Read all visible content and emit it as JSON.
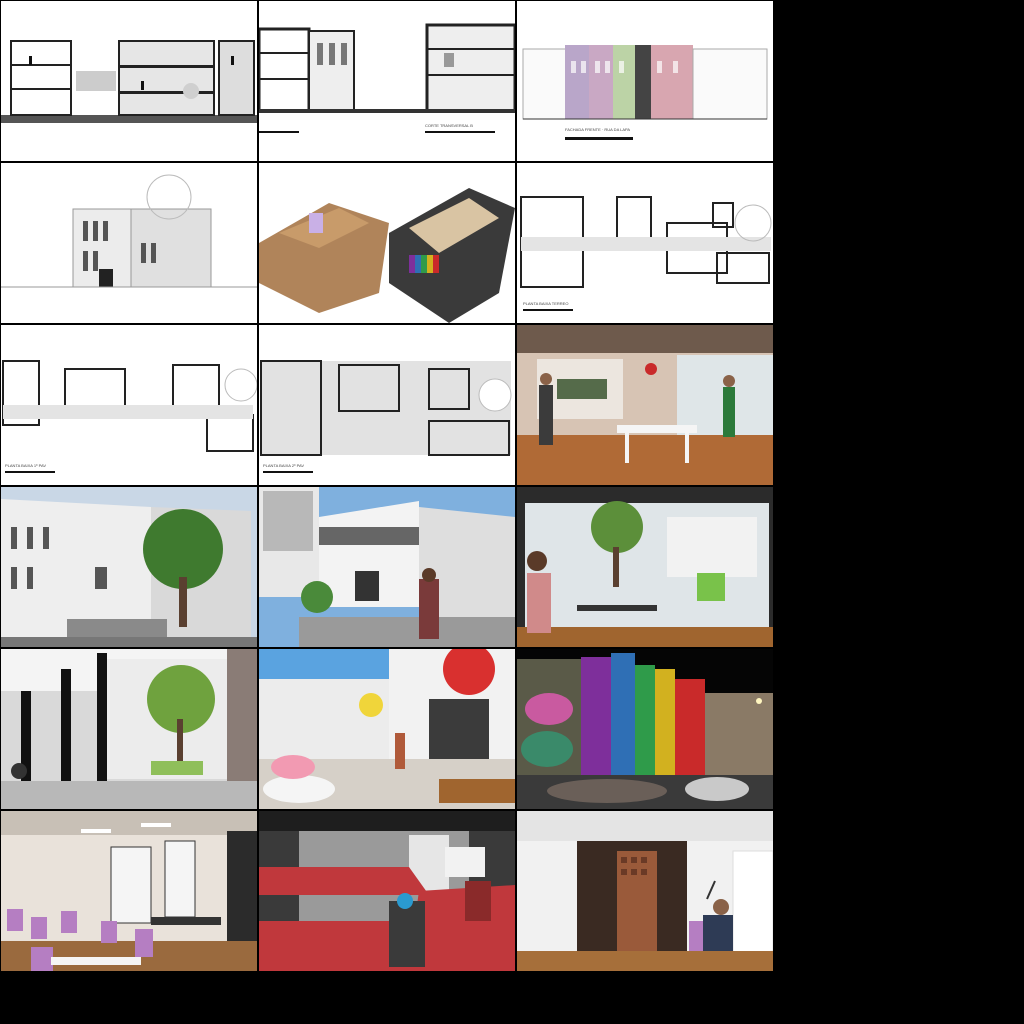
{
  "sheet": {
    "background": "#000000",
    "tiles": [
      {
        "kind": "section-drawing",
        "icon": "cross-section-drawing-icon"
      },
      {
        "kind": "section-drawing",
        "icon": "cross-section-drawing-icon",
        "caption": "CORTE TRANSVERSAL B"
      },
      {
        "kind": "street-elevation",
        "icon": "facade-elevation-icon",
        "caption": "FACHADA FRENTE · RUA DA LAPA"
      },
      {
        "kind": "side-elevation",
        "icon": "elevation-drawing-icon"
      },
      {
        "kind": "axonometric-models",
        "icon": "3d-model-icon"
      },
      {
        "kind": "floor-plan",
        "icon": "floor-plan-icon",
        "caption": "PLANTA BAIXA TERREO"
      },
      {
        "kind": "floor-plan",
        "icon": "floor-plan-icon",
        "caption": "PLANTA BAIXA 1º PAV"
      },
      {
        "kind": "floor-plan",
        "icon": "floor-plan-icon",
        "caption": "PLANTA BAIXA 2º PAV"
      },
      {
        "kind": "render-kitchen",
        "icon": "interior-render-icon"
      },
      {
        "kind": "render-exterior",
        "icon": "exterior-render-icon"
      },
      {
        "kind": "render-terrace",
        "icon": "exterior-render-icon"
      },
      {
        "kind": "render-courtyard",
        "icon": "interior-render-icon"
      },
      {
        "kind": "render-courtyard-glass",
        "icon": "interior-render-icon"
      },
      {
        "kind": "render-pool-terrace",
        "icon": "exterior-render-icon"
      },
      {
        "kind": "render-night-street",
        "icon": "exterior-render-icon"
      },
      {
        "kind": "render-dining",
        "icon": "interior-render-icon"
      },
      {
        "kind": "render-stage",
        "icon": "interior-render-icon"
      },
      {
        "kind": "render-lounge",
        "icon": "interior-render-icon"
      }
    ],
    "colors": {
      "facade_rainbow": [
        "#b9a6c9",
        "#c9a8c4",
        "#a7b8d6",
        "#bcd3a6",
        "#e6d79a",
        "#444444",
        "#d8a6b0"
      ],
      "night_rainbow": [
        "#7e2f9b",
        "#2f6fb5",
        "#2f9b4a",
        "#d2b11f",
        "#c92a2a"
      ],
      "stage_red": "#c0383c",
      "chair_pink": "#b57ec2"
    }
  }
}
